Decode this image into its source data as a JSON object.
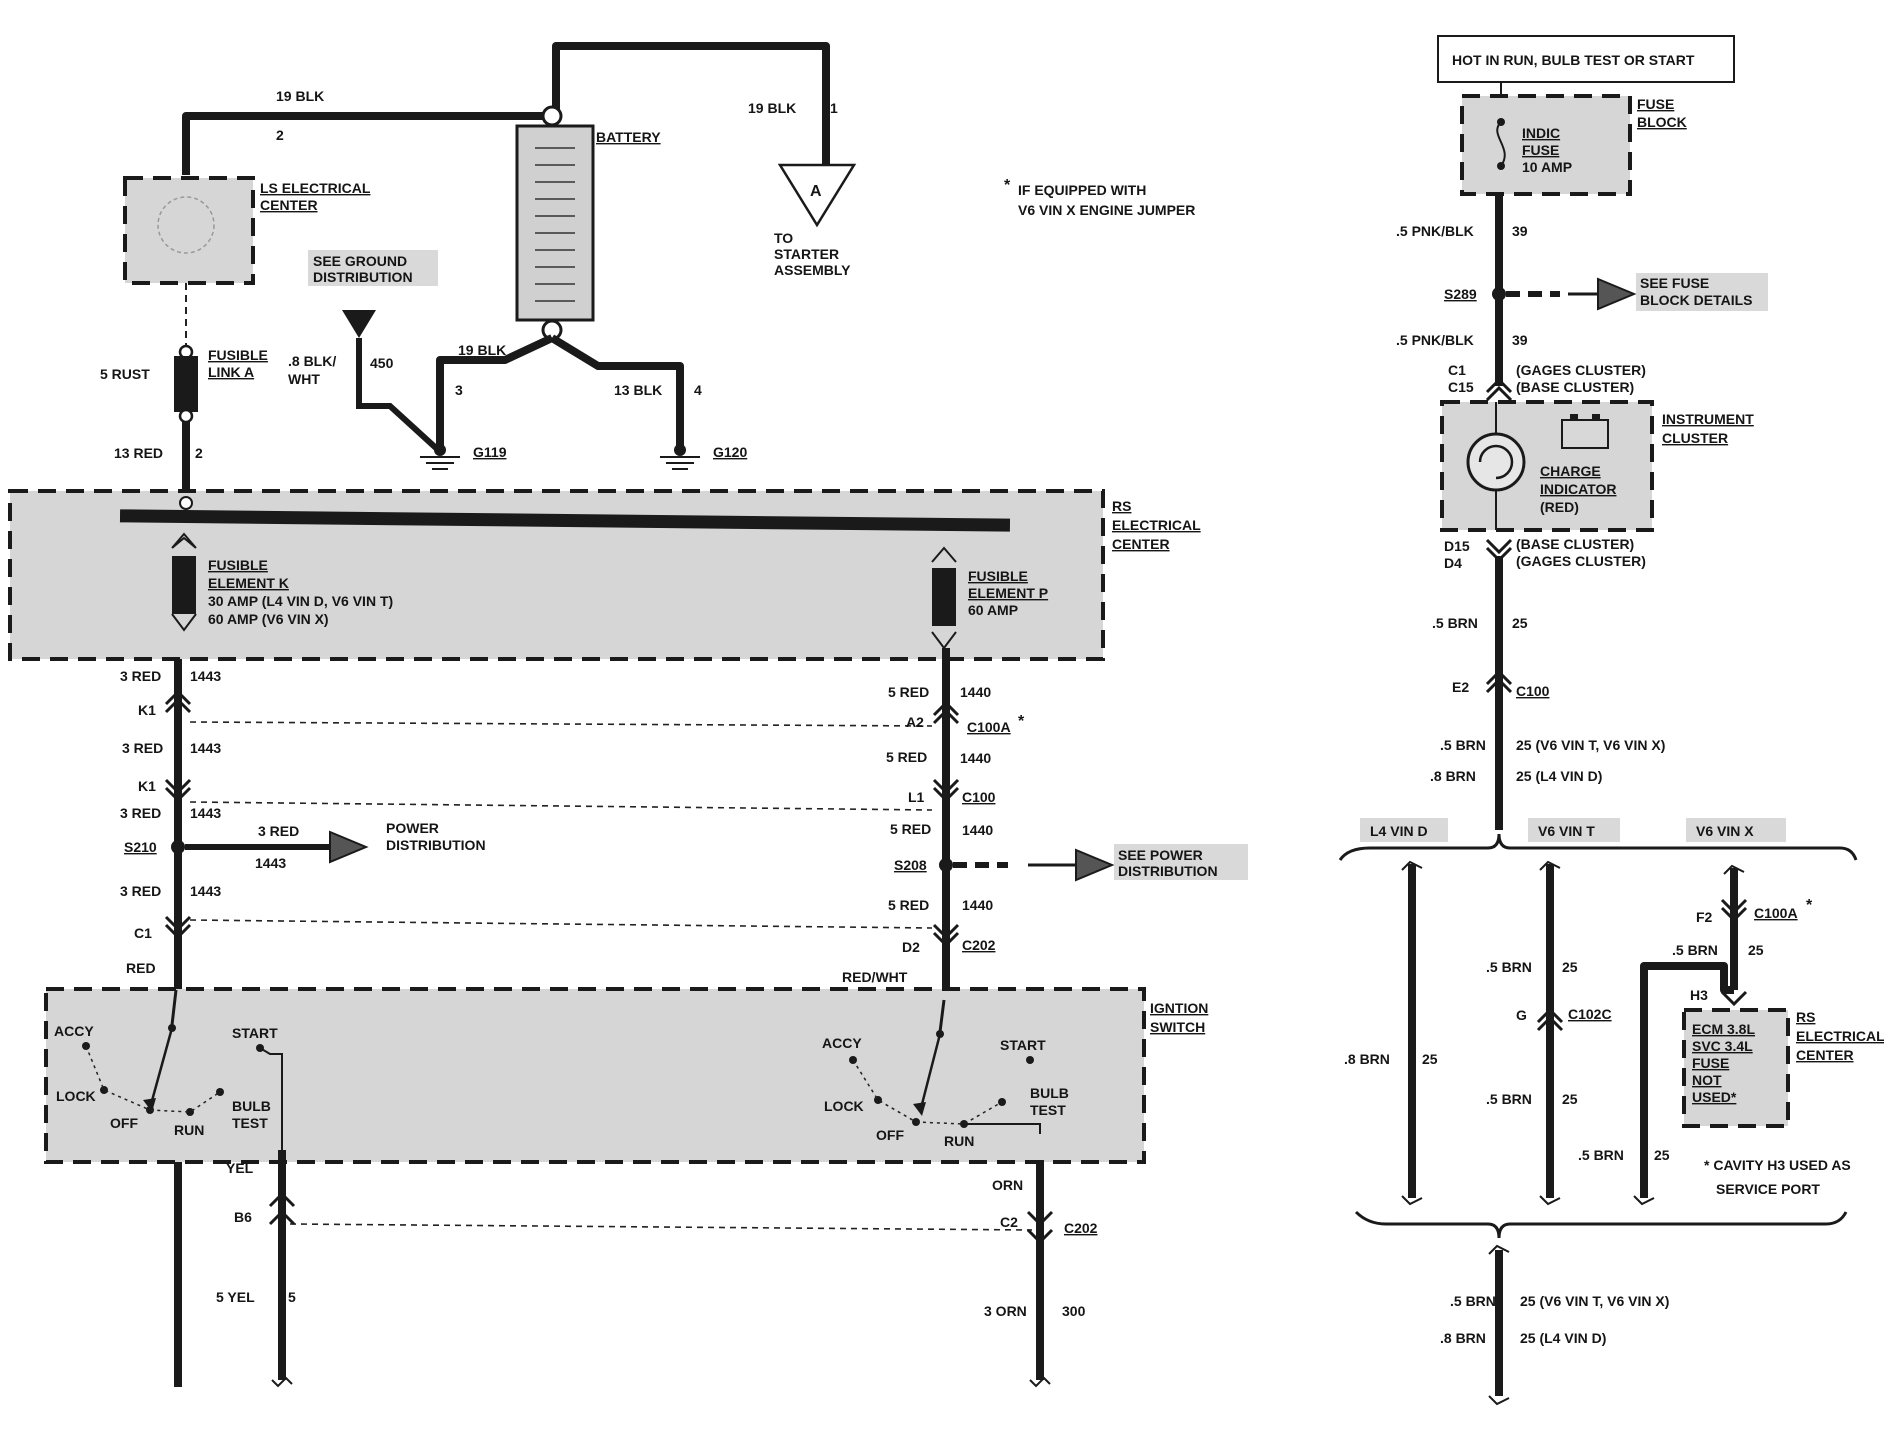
{
  "wires": {
    "bat_top": {
      "gauge": "19 BLK",
      "circuit": "2"
    },
    "starter": {
      "gauge": "19 BLK",
      "circuit": "1",
      "dest_letter": "A",
      "dest_text1": "TO",
      "dest_text2": "STARTER",
      "dest_text3": "ASSEMBLY"
    },
    "ls_center": {
      "line1": "LS ELECTRICAL",
      "line2": "CENTER"
    },
    "battery_label": "BATTERY",
    "fusible_link": {
      "gauge": "5 RUST",
      "name1": "FUSIBLE",
      "name2": "LINK A"
    },
    "red13": {
      "gauge": "13 RED",
      "circuit": "2"
    },
    "ground_see": {
      "line1": "SEE GROUND",
      "line2": "DISTRIBUTION"
    },
    "g119_wire": {
      "gauge1": ".8 BLK/",
      "gauge2": "WHT",
      "circuit": "450",
      "bat_gauge": "19 BLK",
      "bat_circuit": "3",
      "ground": "G119"
    },
    "g120_wire": {
      "gauge": "13 BLK",
      "circuit": "4",
      "ground": "G120"
    },
    "note_jumper": {
      "star": "*",
      "line1": "IF EQUIPPED WITH",
      "line2": "V6 VIN X ENGINE JUMPER"
    }
  },
  "rs_center": {
    "line1": "RS",
    "line2": "ELECTRICAL",
    "line3": "CENTER",
    "fuse_k": {
      "l1": "FUSIBLE",
      "l2": "ELEMENT K",
      "l3": "30 AMP (L4 VIN D, V6 VIN T)",
      "l4": "60 AMP (V6 VIN X)"
    },
    "fuse_p": {
      "l1": "FUSIBLE",
      "l2": "ELEMENT P",
      "l3": "60 AMP"
    }
  },
  "left_chain": [
    {
      "gauge": "3 RED",
      "circuit": "1443"
    },
    {
      "pin": "K1"
    },
    {
      "gauge": "3 RED",
      "circuit": "1443"
    },
    {
      "pin": "K1"
    },
    {
      "gauge": "3 RED",
      "circuit": "1443"
    },
    {
      "splice": "S210",
      "arrow_gauge": "3 RED",
      "arrow_circuit": "1443",
      "dest1": "POWER",
      "dest2": "DISTRIBUTION"
    },
    {
      "gauge": "3 RED",
      "circuit": "1443"
    },
    {
      "pin": "C1"
    },
    {
      "color": "RED"
    }
  ],
  "right_chain": [
    {
      "gauge": "5 RED",
      "circuit": "1440"
    },
    {
      "pin": "A2",
      "conn": "C100A",
      "star": "*"
    },
    {
      "gauge": "5 RED",
      "circuit": "1440"
    },
    {
      "pin": "L1",
      "conn": "C100"
    },
    {
      "gauge": "5 RED",
      "circuit": "1440"
    },
    {
      "splice": "S208",
      "dest1": "SEE POWER",
      "dest2": "DISTRIBUTION"
    },
    {
      "gauge": "5 RED",
      "circuit": "1440"
    },
    {
      "pin": "D2",
      "conn": "C202"
    },
    {
      "color": "RED/WHT"
    }
  ],
  "ignition": {
    "line1": "IGNTION",
    "line2": "SWITCH",
    "positions": {
      "accy": "ACCY",
      "lock": "LOCK",
      "off": "OFF",
      "run": "RUN",
      "start": "START",
      "bulb1": "BULB",
      "bulb2": "TEST"
    }
  },
  "bottom_left": {
    "color": "YEL",
    "pin": "B6",
    "gauge": "5 YEL",
    "circuit": "5"
  },
  "bottom_right": {
    "color": "ORN",
    "pin": "C2",
    "conn": "C202",
    "gauge": "3 ORN",
    "circuit": "300"
  },
  "right_panel": {
    "hot_box": "HOT IN RUN, BULB TEST OR START",
    "fuse_block": {
      "l1": "FUSE",
      "l2": "BLOCK",
      "f1": "INDIC",
      "f2": "FUSE",
      "f3": "10 AMP"
    },
    "w39a": {
      "gauge": ".5 PNK/BLK",
      "circuit": "39"
    },
    "s289": {
      "splice": "S289",
      "dest1": "SEE FUSE",
      "dest2": "BLOCK DETAILS"
    },
    "w39b": {
      "gauge": ".5 PNK/BLK",
      "circuit": "39"
    },
    "c1": {
      "pin1": "C1",
      "pin2": "C15",
      "t1": "(GAGES CLUSTER)",
      "t2": "(BASE CLUSTER)"
    },
    "cluster": {
      "l1": "INSTRUMENT",
      "l2": "CLUSTER",
      "c1": "CHARGE",
      "c2": "INDICATOR",
      "c3": "(RED)"
    },
    "d15": {
      "pin1": "D15",
      "pin2": "D4",
      "t1": "(BASE CLUSTER)",
      "t2": "(GAGES CLUSTER)"
    },
    "w25a": {
      "gauge": ".5 BRN",
      "circuit": "25"
    },
    "e2": {
      "pin": "E2",
      "conn": "C100"
    },
    "w25b": {
      "gauge1": ".5 BRN",
      "c1": "25 (V6 VIN T, V6 VIN X)",
      "gauge2": ".8 BRN",
      "c2": "25 (L4 VIN D)"
    },
    "tabs": {
      "t1": "L4 VIN D",
      "t2": "V6 VIN T",
      "t3": "V6 VIN X"
    },
    "branch_d": {
      "gauge": ".8 BRN",
      "circuit": "25"
    },
    "branch_t": {
      "gauge_a": ".5 BRN",
      "circuit_a": "25",
      "pin": "G",
      "conn": "C102C",
      "gauge_b": ".5 BRN",
      "circuit_b": "25"
    },
    "branch_x": {
      "pin": "F2",
      "conn": "C100A",
      "star": "*",
      "gauge": ".5 BRN",
      "circuit": "25",
      "h3": "H3",
      "gauge_b": ".5 BRN",
      "circuit_b": "25"
    },
    "rs_box": {
      "l1": "RS",
      "l2": "ELECTRICAL",
      "l3": "CENTER",
      "i1": "ECM 3.8L",
      "i2": "SVC 3.4L",
      "i3": "FUSE",
      "i4": "NOT",
      "i5": "USED*"
    },
    "note_h3": {
      "l1": "* CAVITY H3 USED AS",
      "l2": "SERVICE PORT"
    },
    "w25c": {
      "gauge1": ".5 BRN",
      "c1": "25 (V6 VIN T, V6 VIN X)",
      "gauge2": ".8 BRN",
      "c2": "25 (L4 VIN D)"
    }
  }
}
